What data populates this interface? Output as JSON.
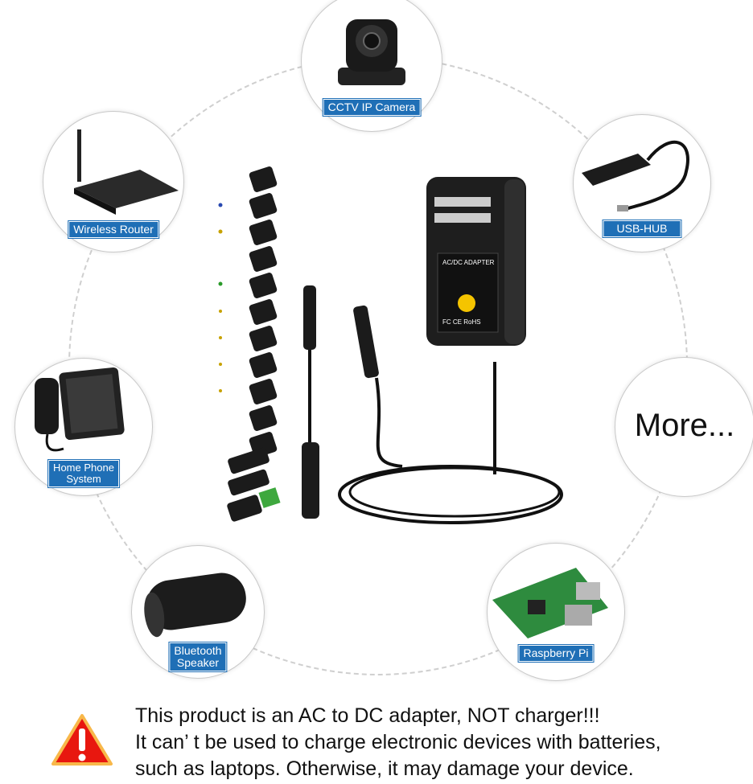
{
  "devices": [
    {
      "label": "CCTV IP Camera"
    },
    {
      "label": "Wireless Router"
    },
    {
      "label": "USB-HUB"
    },
    {
      "label": "Home Phone\nSystem",
      "line1": "Home Phone",
      "line2": "System"
    },
    {
      "label": "More..."
    },
    {
      "label": "Bluetooth Speaker",
      "line1": "Bluetooth",
      "line2": "Speaker"
    },
    {
      "label": "Raspberry Pi"
    }
  ],
  "adapter": {
    "label_title": "AC/DC ADAPTER",
    "marks": "FC CE RoHS"
  },
  "warning": {
    "icon": "warning-triangle-icon",
    "lines": [
      "This product is an AC to DC adapter, NOT charger!!!",
      "It can’ t be used to charge electronic devices with batteries,",
      "such as laptops. Otherwise, it may damage your device."
    ]
  },
  "colors": {
    "label_bg": "#1f6fb6",
    "warning_red": "#e8170f",
    "dial_yellow": "#f5c400"
  }
}
